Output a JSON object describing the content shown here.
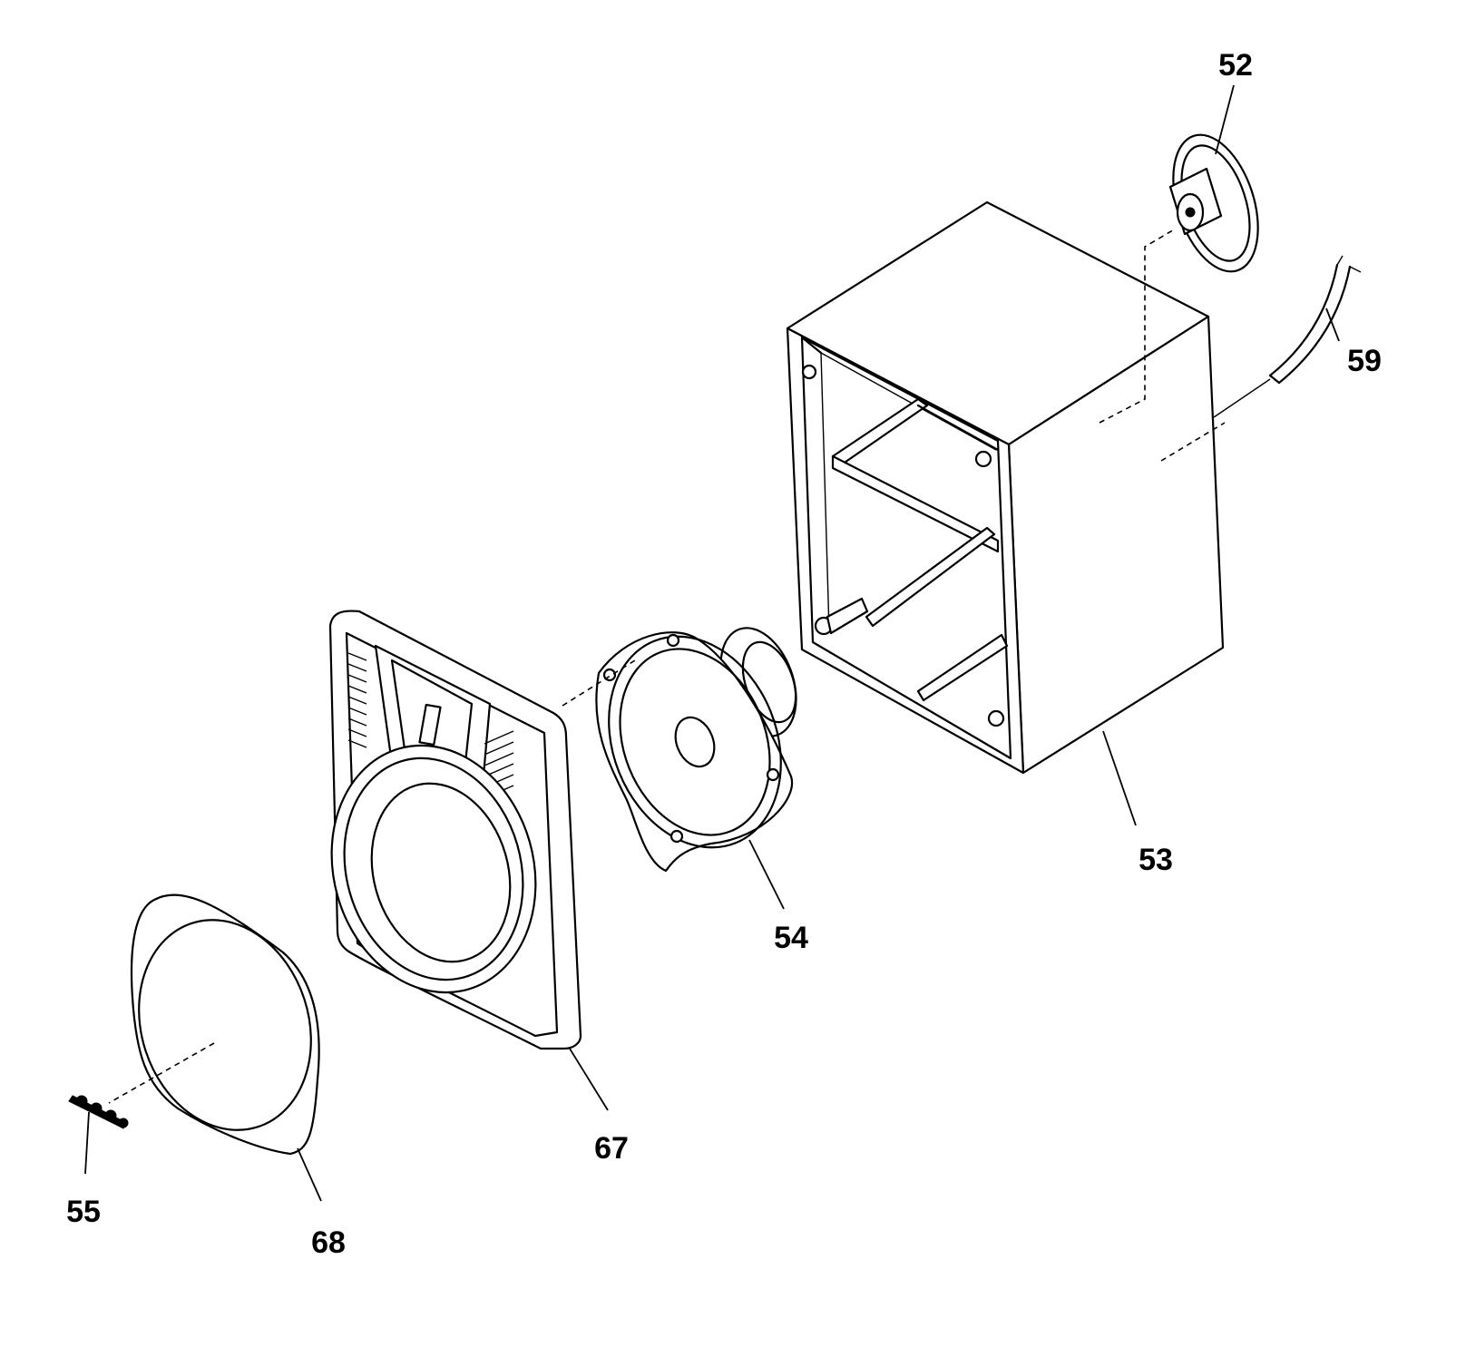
{
  "parts": {
    "p52": "52",
    "p53": "53",
    "p54": "54",
    "p55": "55",
    "p59": "59",
    "p67": "67",
    "p68": "68"
  }
}
